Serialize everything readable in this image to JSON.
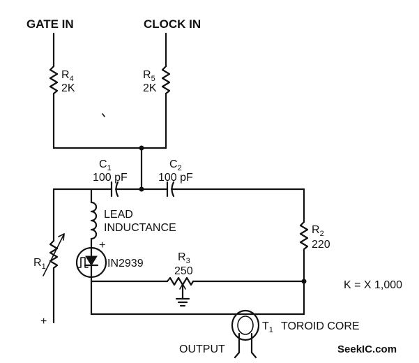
{
  "inputs": {
    "gate": "GATE IN",
    "clock": "CLOCK IN"
  },
  "components": {
    "r4": {
      "ref": "R",
      "sub": "4",
      "value": "2K"
    },
    "r5": {
      "ref": "R",
      "sub": "5",
      "value": "2K"
    },
    "c1": {
      "ref": "C",
      "sub": "1",
      "value": "100 pF"
    },
    "c2": {
      "ref": "C",
      "sub": "2",
      "value": "100 pF"
    },
    "r1": {
      "ref": "R",
      "sub": "1"
    },
    "r2": {
      "ref": "R",
      "sub": "2",
      "value": "220"
    },
    "r3": {
      "ref": "R",
      "sub": "3",
      "value": "250"
    },
    "lead_inductance": {
      "line1": "LEAD",
      "line2": "INDUCTANCE"
    },
    "diode": {
      "part": "IN2939",
      "polarity": "+"
    },
    "t1": {
      "ref": "T",
      "sub": "1",
      "desc": "TOROID CORE"
    }
  },
  "supply_polarity": "+",
  "output_label": "OUTPUT",
  "note": "K = X 1,000",
  "watermark": "SeekIC.com"
}
